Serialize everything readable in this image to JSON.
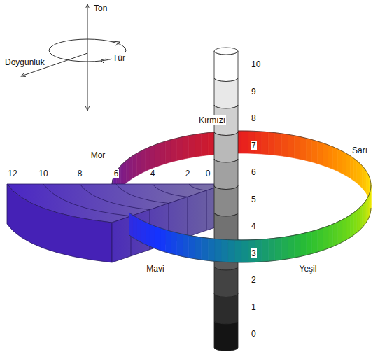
{
  "diagram": {
    "labels": [
      "Ton",
      "Tür",
      "Doygunluk",
      "Kırmızı",
      "Sarı",
      "Mor",
      "Mavi",
      "Yeşil",
      "12",
      "10",
      "8",
      "6",
      "4",
      "2",
      "0",
      "10",
      "9",
      "8",
      "7",
      "6",
      "5",
      "4",
      "3",
      "2",
      "1",
      "0"
    ]
  }
}
